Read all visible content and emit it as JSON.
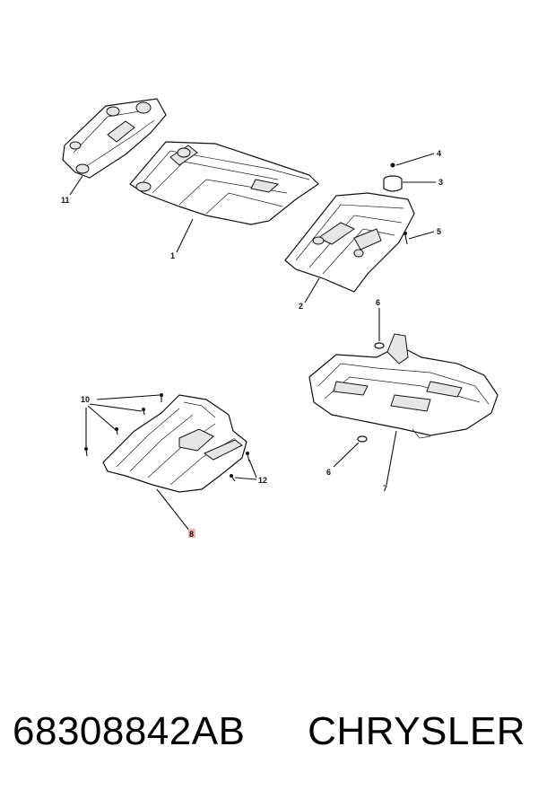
{
  "callouts": {
    "c1": "1",
    "c2": "2",
    "c3": "3",
    "c4": "4",
    "c5": "5",
    "c6a": "6",
    "c6b": "6",
    "c7": "7",
    "c8": "8",
    "c10": "10",
    "c11": "11",
    "c12": "12"
  },
  "highlight_color": "#f2b6b6",
  "footer": {
    "part_number": "68308842AB",
    "brand": "CHRYSLER"
  }
}
